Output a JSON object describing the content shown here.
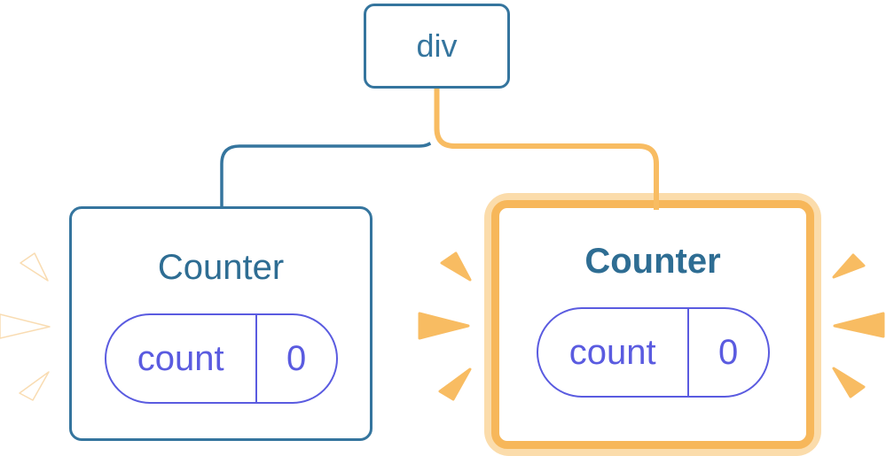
{
  "diagram": {
    "description": "React component tree: a root div with two Counter children; the right Counter is highlighted as re-rendering with its own state",
    "root": {
      "label": "div"
    },
    "children": [
      {
        "id": "left",
        "title": "Counter",
        "highlighted": false,
        "state": {
          "key": "count",
          "value": "0"
        }
      },
      {
        "id": "right",
        "title": "Counter",
        "highlighted": true,
        "state": {
          "key": "count",
          "value": "0"
        }
      }
    ],
    "colors": {
      "node_blue": "#35759e",
      "title_blue": "#2e6d93",
      "state_purple": "#5a5be0",
      "highlight_border_orange": "#f7b75a",
      "highlight_border_light": "#fbdcab",
      "connector_core_orange": "#f8bc62",
      "spark_orange": "#f8bc62",
      "spark_white": "#ffffff"
    }
  }
}
